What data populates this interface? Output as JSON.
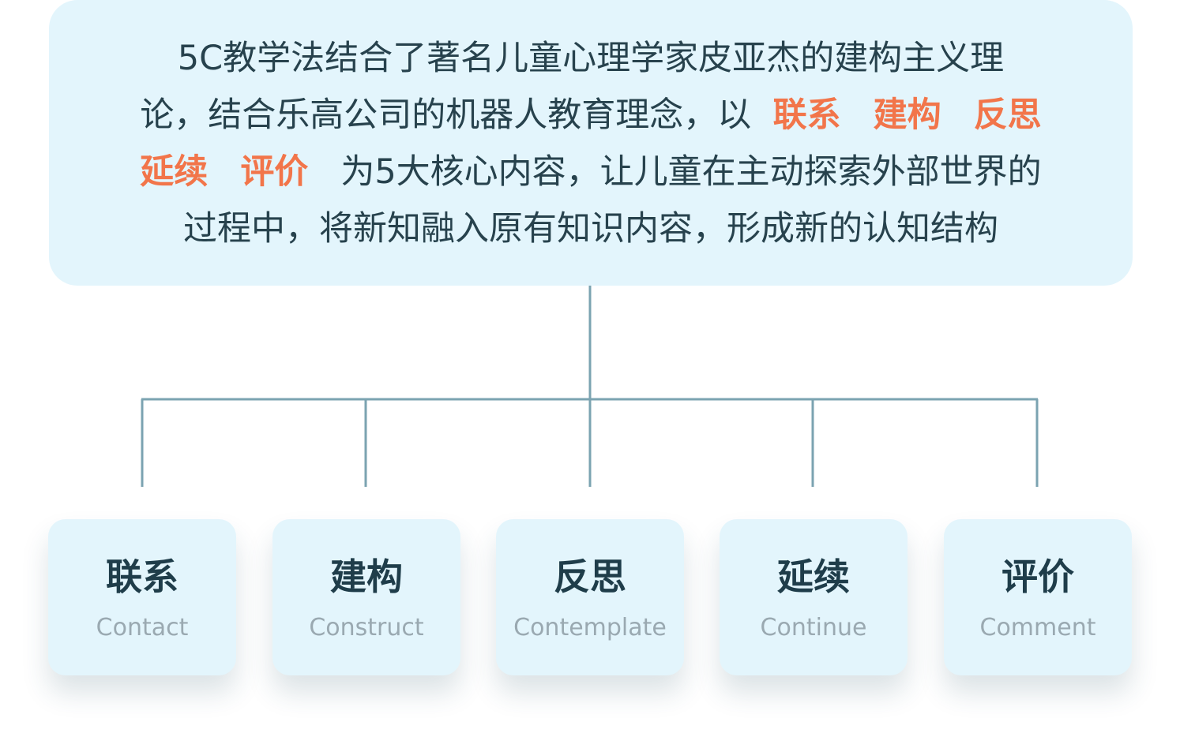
{
  "intro": {
    "line1": "5C教学法结合了著名儿童心理学家皮亚杰的建构主义理",
    "line2_a": "论，结合乐高公司的机器人教育理念，以",
    "line2_h1": "联系",
    "line2_h2": "建构",
    "line2_h3": "反思",
    "line3_h4": "延续",
    "line3_h5": "评价",
    "line3_b": "为5大核心内容，让儿童在主动探索外部世界的",
    "line4": "过程中，将新知融入原有知识内容，形成新的认知结构"
  },
  "colors": {
    "box_bg": "#e3f5fc",
    "text": "#27424d",
    "highlight": "#f2754a",
    "connector": "#7ba3b1",
    "subtitle": "#9aa9b1"
  },
  "cards": [
    {
      "title": "联系",
      "subtitle": "Contact"
    },
    {
      "title": "建构",
      "subtitle": "Construct"
    },
    {
      "title": "反思",
      "subtitle": "Contemplate"
    },
    {
      "title": "延续",
      "subtitle": "Continue"
    },
    {
      "title": "评价",
      "subtitle": "Comment"
    }
  ]
}
